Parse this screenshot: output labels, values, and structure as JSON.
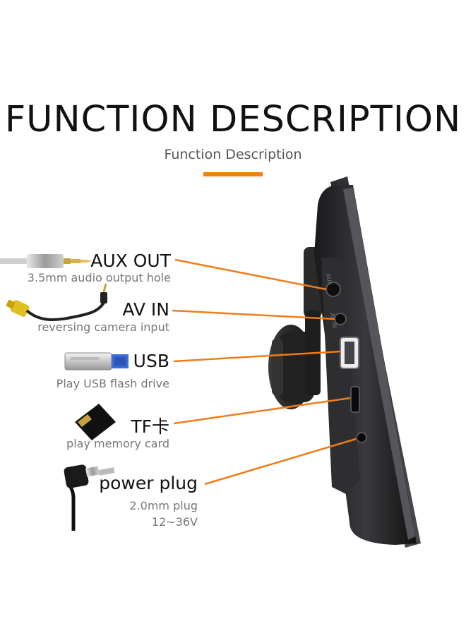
{
  "header": {
    "title": "FUNCTION DESCRIPTION",
    "subtitle": "Function Description",
    "accent_color": "#f08010"
  },
  "ports": [
    {
      "id": "aux",
      "label": "AUX OUT",
      "desc": "3.5mm audio output hole",
      "icon": "audio-jack-cable-icon"
    },
    {
      "id": "av",
      "label": "AV IN",
      "desc": "reversing camera input",
      "icon": "rca-cable-icon"
    },
    {
      "id": "usb",
      "label": "USB",
      "desc": "Play USB flash drive",
      "icon": "usb-flash-drive-icon"
    },
    {
      "id": "tf",
      "label": "TF卡",
      "desc": "play memory card",
      "icon": "sd-card-icon"
    },
    {
      "id": "power",
      "label": "power plug",
      "desc": "2.0mm plug",
      "desc2": "12~36V",
      "icon": "power-plug-icon"
    }
  ],
  "colors": {
    "line": "#f07c18",
    "device": "#2a2a2c"
  }
}
